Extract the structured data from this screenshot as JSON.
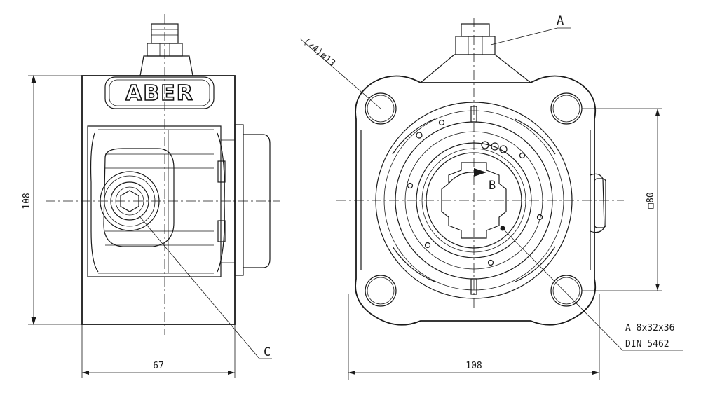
{
  "dimensions": {
    "left_height": "108",
    "left_width": "67",
    "right_width": "108",
    "bolt_square": "□80",
    "holes": "(x4)ø13"
  },
  "callouts": {
    "a": "A",
    "b": "B",
    "c": "C"
  },
  "spline": {
    "line1": "A 8x32x36",
    "line2": "DIN 5462"
  },
  "logo": {
    "text": "ABER"
  }
}
